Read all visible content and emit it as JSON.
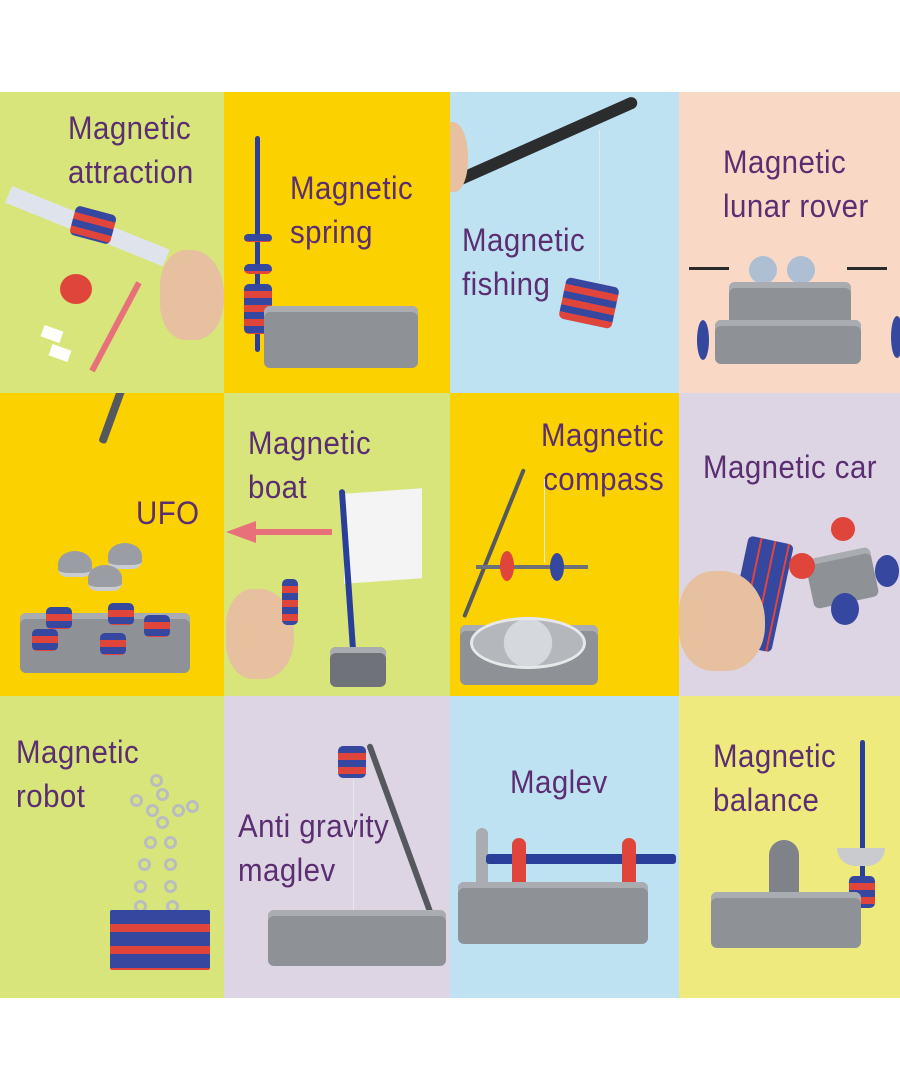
{
  "image_description": "3x4 grid of magnetic science experiment kit projects, each on a colored background with a purple caption",
  "text_color": "#5b2e72",
  "cells": [
    {
      "id": "magnetic-attraction",
      "label": "Magnetic\nattraction",
      "background": "#d8e57a"
    },
    {
      "id": "magnetic-spring",
      "label": "Magnetic\nspring",
      "background": "#fbd100"
    },
    {
      "id": "magnetic-fishing",
      "label": "Magnetic\nfishing",
      "background": "#bfe2f3"
    },
    {
      "id": "magnetic-lunar-rover",
      "label": "Magnetic\nlunar rover",
      "background": "#f9d9c6"
    },
    {
      "id": "ufo",
      "label": "UFO",
      "background": "#fbd100"
    },
    {
      "id": "magnetic-boat",
      "label": "Magnetic\nboat",
      "background": "#d8e57a"
    },
    {
      "id": "magnetic-compass",
      "label": "Magnetic\ncompass",
      "background": "#fbd100"
    },
    {
      "id": "magnetic-car",
      "label": "Magnetic car",
      "background": "#ddd5e3"
    },
    {
      "id": "magnetic-robot",
      "label": "Magnetic\nrobot",
      "background": "#d8e57a"
    },
    {
      "id": "anti-gravity-maglev",
      "label": "Anti gravity\nmaglev",
      "background": "#ddd5e3"
    },
    {
      "id": "maglev",
      "label": "Maglev",
      "background": "#bfe2f3"
    },
    {
      "id": "magnetic-balance",
      "label": "Magnetic\nbalance",
      "background": "#eeea7e"
    }
  ]
}
